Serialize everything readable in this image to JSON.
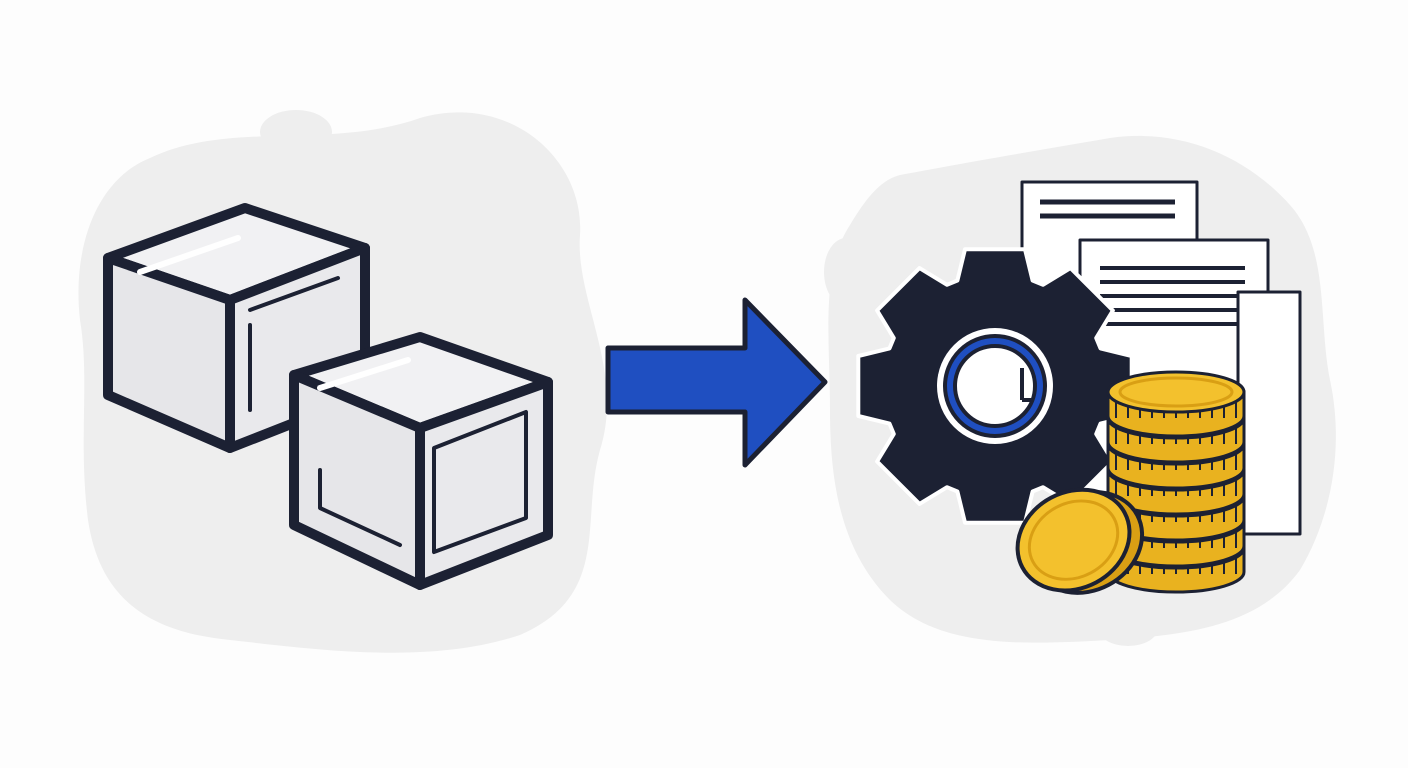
{
  "diagram": {
    "nodes": [
      {
        "id": "boxes",
        "icon": "cube-pair-icon"
      },
      {
        "id": "arrow",
        "icon": "right-arrow-icon"
      },
      {
        "id": "result",
        "icons": [
          "document-stack-icon",
          "gear-icon",
          "coin-stack-icon",
          "coin-icon"
        ]
      }
    ],
    "edges": [
      {
        "from": "boxes",
        "to": "result"
      }
    ]
  },
  "colors": {
    "outline": "#1c2133",
    "arrow": "#1f4fc1",
    "gear_ring": "#2251c8",
    "coin": "#f3c12d",
    "coin_shadow": "#d99f14",
    "blob": "#eeeeee",
    "cube_face": "#e8e8ea",
    "background": "#fdfdfd"
  }
}
